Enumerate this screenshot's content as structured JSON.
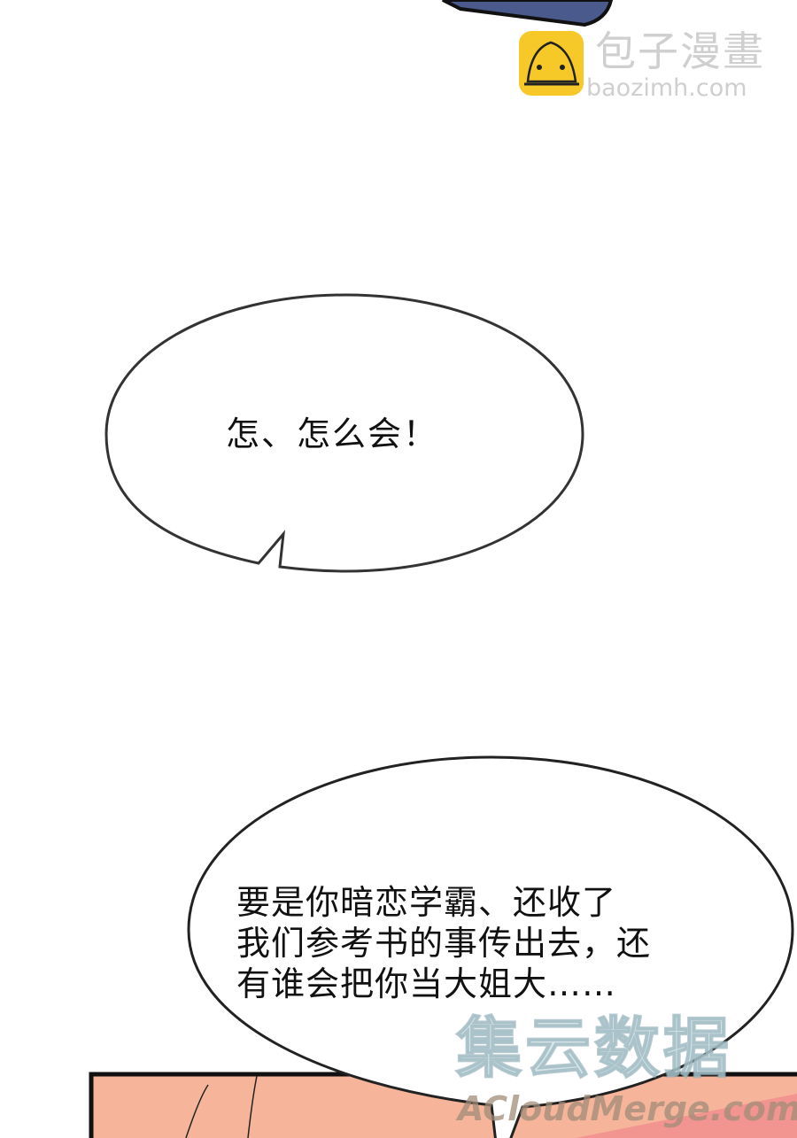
{
  "watermark_top": {
    "name_cn": "包子漫畫",
    "url": "baozimh.com",
    "icon": "bun-logo-icon",
    "icon_color": "#f7c928"
  },
  "bubble1": {
    "text": "怎、怎么会！"
  },
  "bubble2": {
    "lines": [
      "要是你暗恋学霸、还收了",
      "我们参考书的事传出去，还",
      "有谁会把你当大姐大……"
    ]
  },
  "watermark_bottom": {
    "name_cn": "集云数据",
    "url": "ACloudMerge.com"
  },
  "colors": {
    "panel_skin": "#f6b49a",
    "phone_blue": "#4a5a8c"
  }
}
